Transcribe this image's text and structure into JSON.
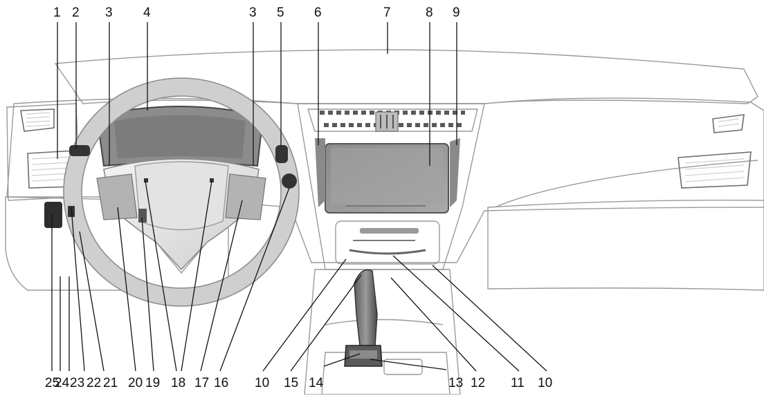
{
  "callouts": {
    "top": [
      "1",
      "2",
      "3",
      "4",
      "3",
      "5",
      "6",
      "7",
      "8",
      "9"
    ],
    "bottom": [
      "25",
      "24",
      "23",
      "22",
      "21",
      "20",
      "19",
      "18",
      "17",
      "16",
      "10",
      "15",
      "14",
      "13",
      "12",
      "11",
      "10"
    ]
  },
  "colors": {
    "background": "#ffffff",
    "dash_light": "#e6e6e6",
    "dash_mid": "#cfcfcf",
    "dash_dark": "#8e8e8e",
    "screen": "#9c9c9c",
    "leader": "#111111"
  }
}
